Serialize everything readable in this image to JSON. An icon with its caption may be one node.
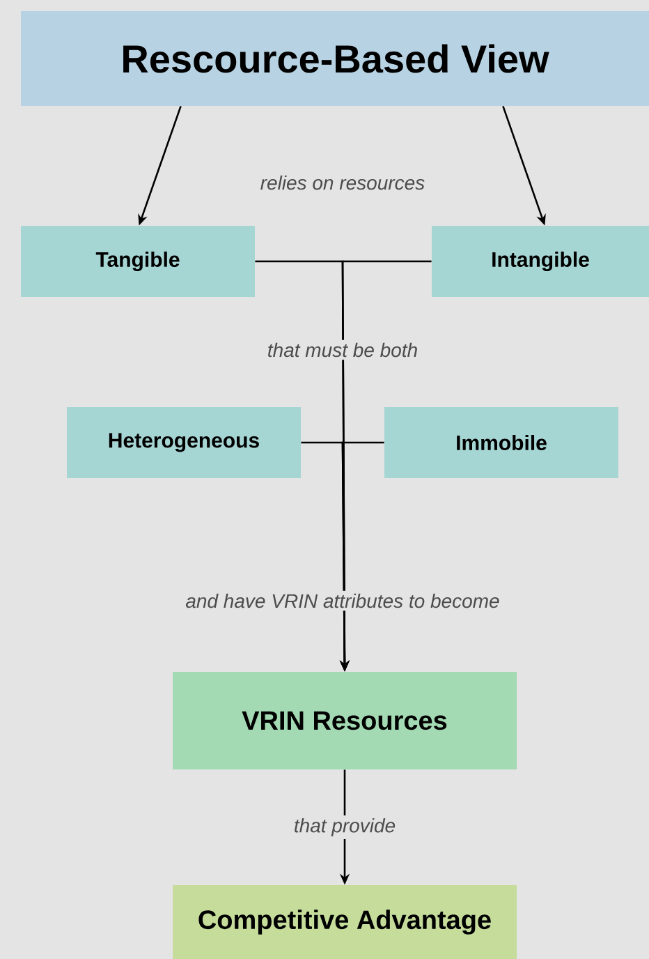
{
  "diagram": {
    "nodes": [
      {
        "text": [
          "Rescource-Based View"
        ]
      },
      {
        "text": [
          "Tangible"
        ]
      },
      {
        "text": [
          "Intangible"
        ]
      },
      {
        "text": [
          "Heterogeneous"
        ]
      },
      {
        "text": [
          "Immobile"
        ]
      },
      {
        "text": [
          "VRIN Resources"
        ]
      },
      {
        "text": [
          "Competitive Advantage"
        ]
      }
    ],
    "edges": [
      {
        "from": 0,
        "to": 1,
        "arrow": "to"
      },
      {
        "from": 0,
        "to": 2,
        "arrow": "to"
      },
      {
        "from": 1,
        "to": 5,
        "arrow": "to"
      },
      {
        "from": 2,
        "to": 5,
        "arrow": "to"
      },
      {
        "from": 3,
        "to": 5,
        "arrow": "to"
      },
      {
        "from": 4,
        "to": 5,
        "arrow": "to"
      },
      {
        "from": 5,
        "to": 6,
        "arrow": "to",
        "label": "that provide"
      }
    ],
    "labels": [
      "relies on resources",
      "that must be both",
      "and have VRIN attributes to become"
    ]
  }
}
